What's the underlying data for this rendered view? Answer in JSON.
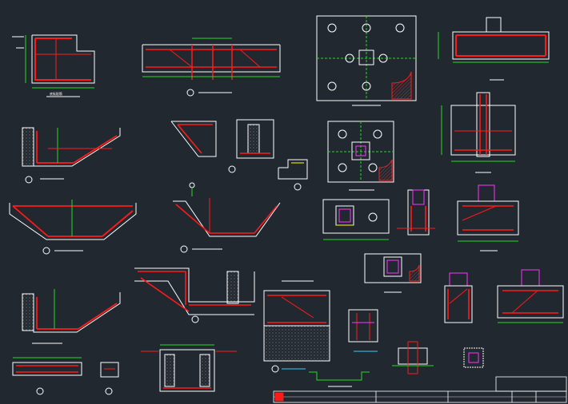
{
  "drawing": {
    "background": "#212830",
    "colors": {
      "outline": "#ffffff",
      "rebar": "#ff1a1a",
      "dimension": "#22dd22",
      "anchor": "#ff33ff",
      "cyan": "#33ccff",
      "yellow": "#ffff00"
    },
    "sheet_type": "CAD structural foundation detail sheet",
    "icons": [
      "section-symbol-icon",
      "bolt-circle-icon",
      "hatch-pattern"
    ],
    "labels": {
      "d1": "底板配筋",
      "d2": "",
      "d6": "",
      "d7": "",
      "d8": "",
      "d9": "",
      "d11": "",
      "d12": "",
      "d13": ""
    },
    "title_block": {
      "project": "",
      "sheet": ""
    }
  }
}
